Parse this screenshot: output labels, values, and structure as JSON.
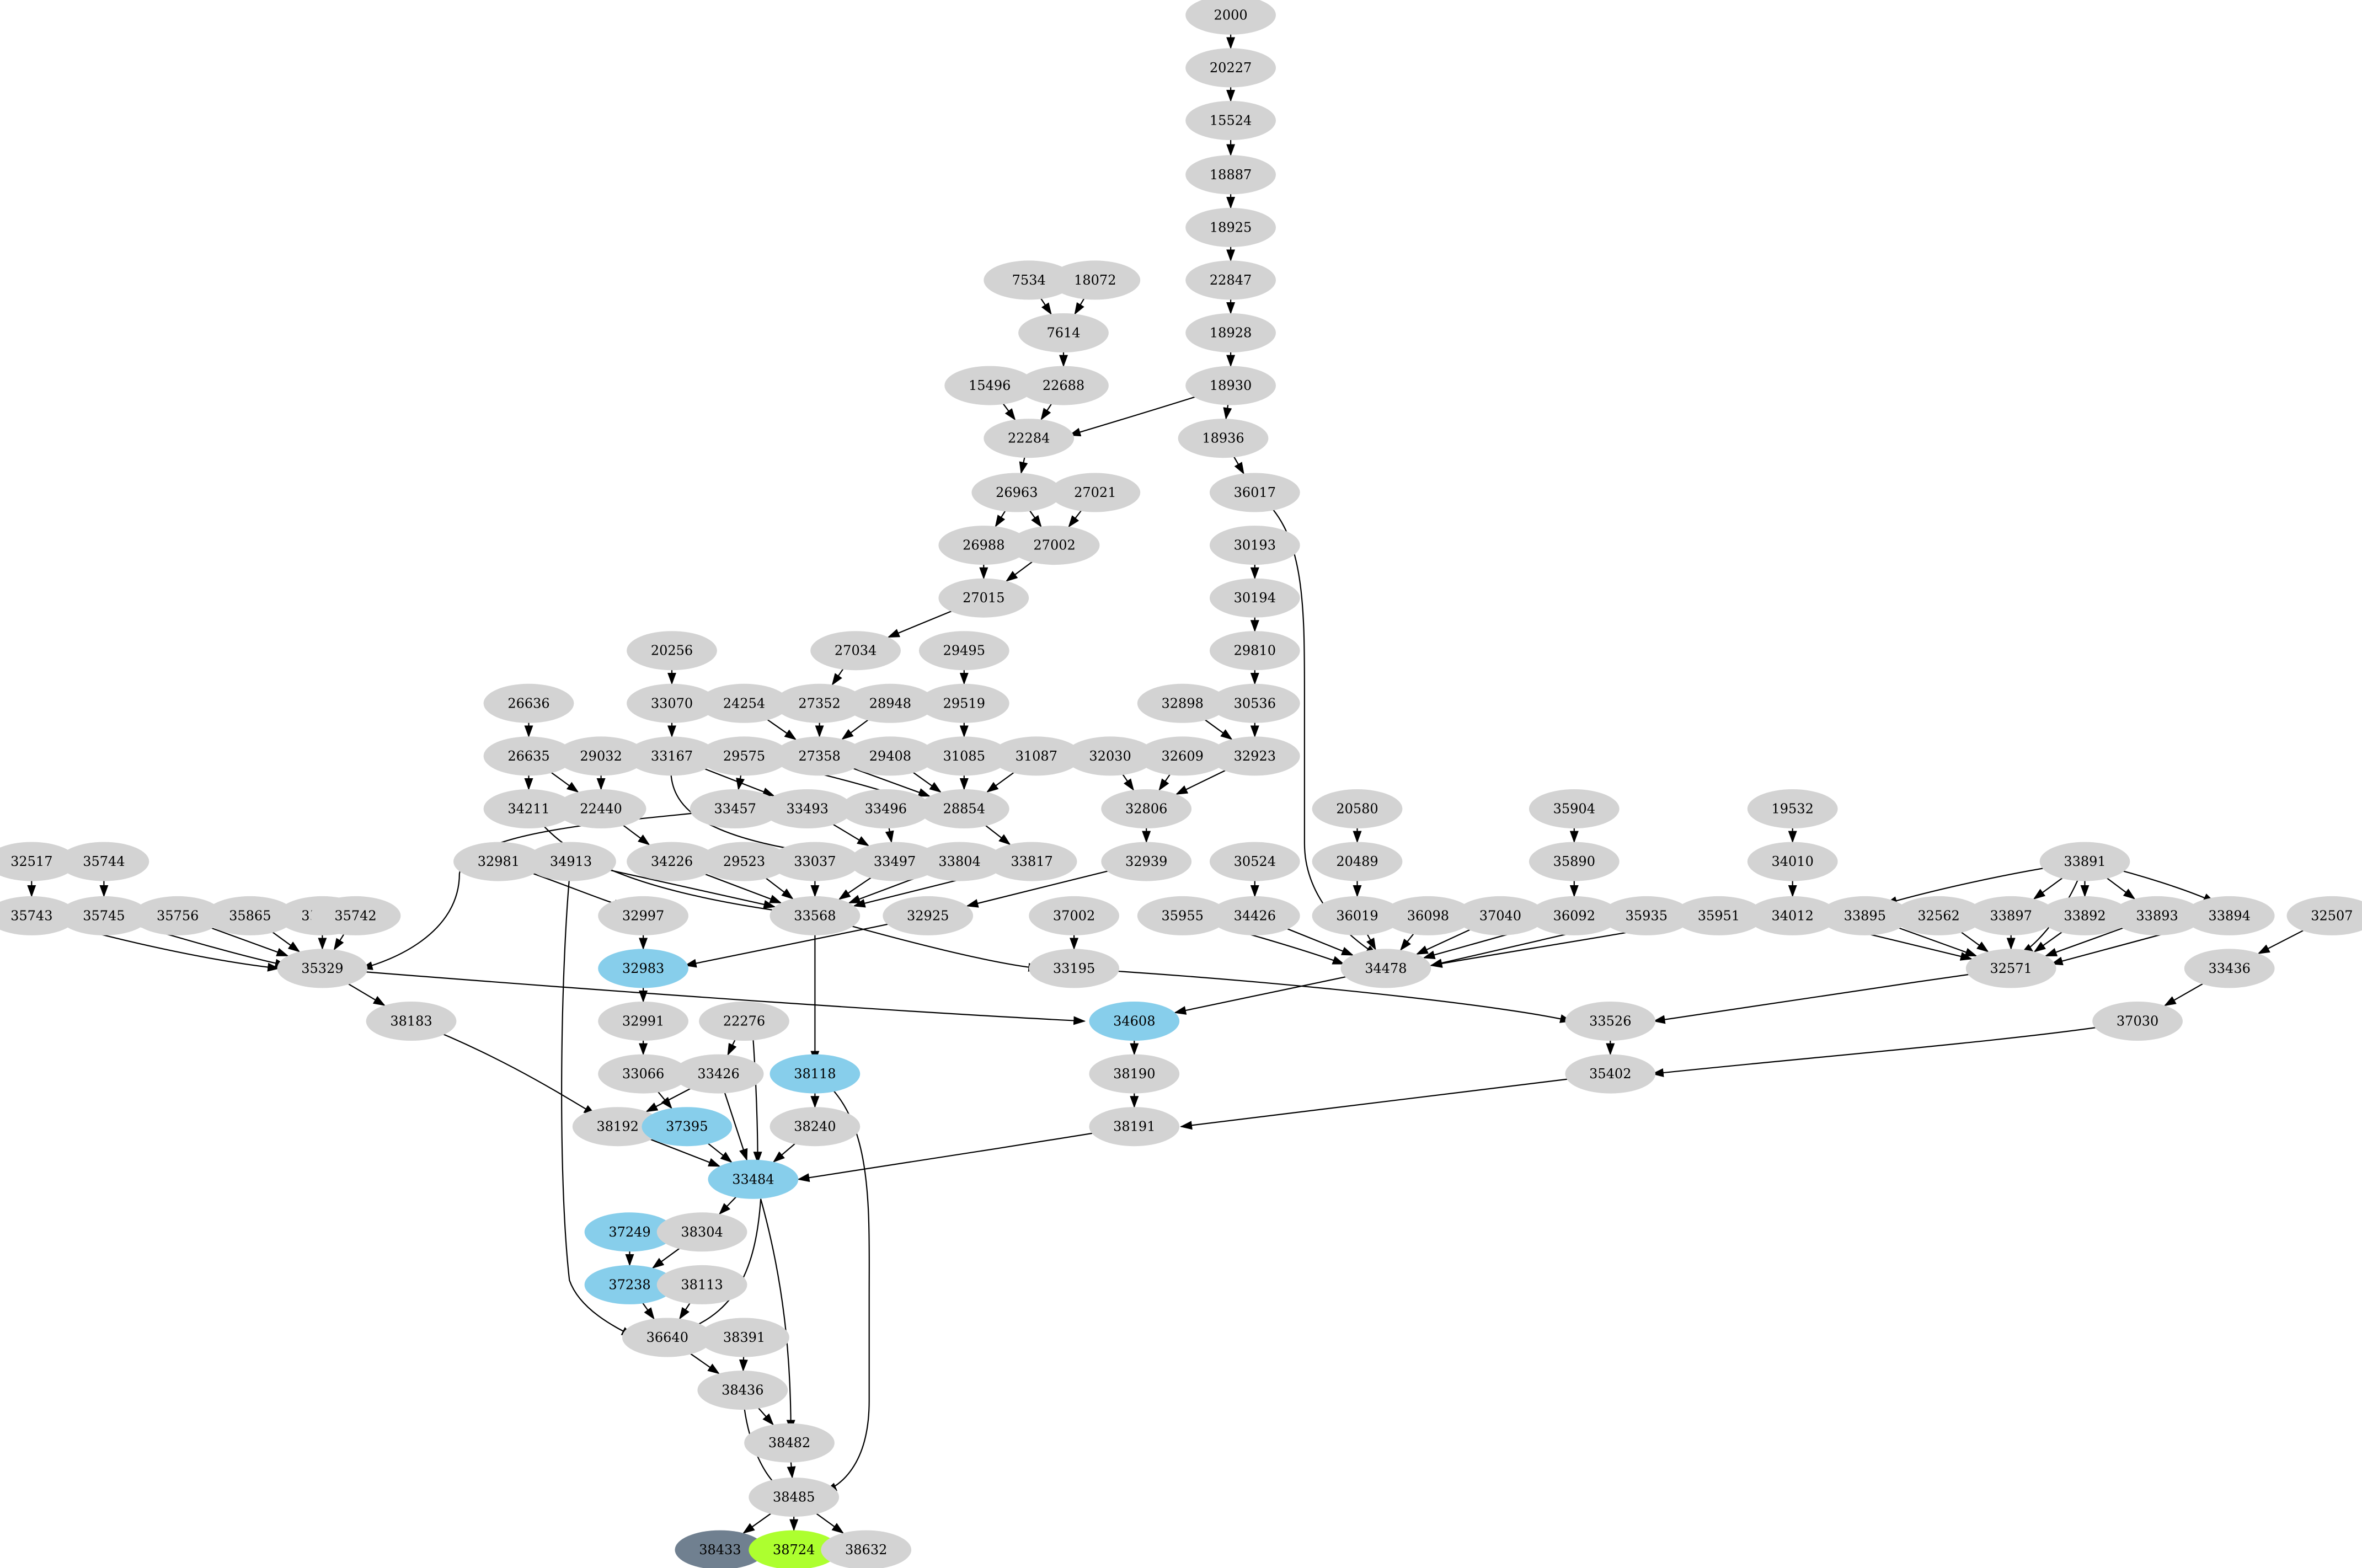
{
  "colors": {
    "default": "#d3d3d3",
    "highlight": "#87ceeb",
    "dark": "#708090",
    "green": "#adff2f",
    "edge": "#000000"
  },
  "nodes": [
    {
      "id": "2000",
      "label": "2000",
      "color": "default"
    },
    {
      "id": "20227",
      "label": "20227",
      "color": "default"
    },
    {
      "id": "15524",
      "label": "15524",
      "color": "default"
    },
    {
      "id": "18887",
      "label": "18887",
      "color": "default"
    },
    {
      "id": "18925",
      "label": "18925",
      "color": "default"
    },
    {
      "id": "22847",
      "label": "22847",
      "color": "default"
    },
    {
      "id": "7534",
      "label": "7534",
      "color": "default"
    },
    {
      "id": "18072",
      "label": "18072",
      "color": "default"
    },
    {
      "id": "18928",
      "label": "18928",
      "color": "default"
    },
    {
      "id": "7614",
      "label": "7614",
      "color": "default"
    },
    {
      "id": "15496",
      "label": "15496",
      "color": "default"
    },
    {
      "id": "22688",
      "label": "22688",
      "color": "default"
    },
    {
      "id": "18930",
      "label": "18930",
      "color": "default"
    },
    {
      "id": "22284",
      "label": "22284",
      "color": "default"
    },
    {
      "id": "18936",
      "label": "18936",
      "color": "default"
    },
    {
      "id": "26963",
      "label": "26963",
      "color": "default"
    },
    {
      "id": "27021",
      "label": "27021",
      "color": "default"
    },
    {
      "id": "36017",
      "label": "36017",
      "color": "default"
    },
    {
      "id": "26988",
      "label": "26988",
      "color": "default"
    },
    {
      "id": "27002",
      "label": "27002",
      "color": "default"
    },
    {
      "id": "30193",
      "label": "30193",
      "color": "default"
    },
    {
      "id": "27015",
      "label": "27015",
      "color": "default"
    },
    {
      "id": "30194",
      "label": "30194",
      "color": "default"
    },
    {
      "id": "20256",
      "label": "20256",
      "color": "default"
    },
    {
      "id": "27034",
      "label": "27034",
      "color": "default"
    },
    {
      "id": "29495",
      "label": "29495",
      "color": "default"
    },
    {
      "id": "29810",
      "label": "29810",
      "color": "default"
    },
    {
      "id": "26636",
      "label": "26636",
      "color": "default"
    },
    {
      "id": "33070",
      "label": "33070",
      "color": "default"
    },
    {
      "id": "24254",
      "label": "24254",
      "color": "default"
    },
    {
      "id": "27352",
      "label": "27352",
      "color": "default"
    },
    {
      "id": "28948",
      "label": "28948",
      "color": "default"
    },
    {
      "id": "29519",
      "label": "29519",
      "color": "default"
    },
    {
      "id": "32898",
      "label": "32898",
      "color": "default"
    },
    {
      "id": "30536",
      "label": "30536",
      "color": "default"
    },
    {
      "id": "26635",
      "label": "26635",
      "color": "default"
    },
    {
      "id": "29032",
      "label": "29032",
      "color": "default"
    },
    {
      "id": "33167",
      "label": "33167",
      "color": "default"
    },
    {
      "id": "29575",
      "label": "29575",
      "color": "default"
    },
    {
      "id": "27358",
      "label": "27358",
      "color": "default"
    },
    {
      "id": "29408",
      "label": "29408",
      "color": "default"
    },
    {
      "id": "31085",
      "label": "31085",
      "color": "default"
    },
    {
      "id": "31087",
      "label": "31087",
      "color": "default"
    },
    {
      "id": "32030",
      "label": "32030",
      "color": "default"
    },
    {
      "id": "32609",
      "label": "32609",
      "color": "default"
    },
    {
      "id": "32923",
      "label": "32923",
      "color": "default"
    },
    {
      "id": "34211",
      "label": "34211",
      "color": "default"
    },
    {
      "id": "22440",
      "label": "22440",
      "color": "default"
    },
    {
      "id": "33457",
      "label": "33457",
      "color": "default"
    },
    {
      "id": "33493",
      "label": "33493",
      "color": "default"
    },
    {
      "id": "33496",
      "label": "33496",
      "color": "default"
    },
    {
      "id": "28854",
      "label": "28854",
      "color": "default"
    },
    {
      "id": "32806",
      "label": "32806",
      "color": "default"
    },
    {
      "id": "20580",
      "label": "20580",
      "color": "default"
    },
    {
      "id": "35904",
      "label": "35904",
      "color": "default"
    },
    {
      "id": "19532",
      "label": "19532",
      "color": "default"
    },
    {
      "id": "32517",
      "label": "32517",
      "color": "default"
    },
    {
      "id": "35744",
      "label": "35744",
      "color": "default"
    },
    {
      "id": "32981",
      "label": "32981",
      "color": "default"
    },
    {
      "id": "34913",
      "label": "34913",
      "color": "default"
    },
    {
      "id": "34226",
      "label": "34226",
      "color": "default"
    },
    {
      "id": "29523",
      "label": "29523",
      "color": "default"
    },
    {
      "id": "33037",
      "label": "33037",
      "color": "default"
    },
    {
      "id": "33497",
      "label": "33497",
      "color": "default"
    },
    {
      "id": "33804",
      "label": "33804",
      "color": "default"
    },
    {
      "id": "33817",
      "label": "33817",
      "color": "default"
    },
    {
      "id": "32939",
      "label": "32939",
      "color": "default"
    },
    {
      "id": "30524",
      "label": "30524",
      "color": "default"
    },
    {
      "id": "20489",
      "label": "20489",
      "color": "default"
    },
    {
      "id": "35890",
      "label": "35890",
      "color": "default"
    },
    {
      "id": "34010",
      "label": "34010",
      "color": "default"
    },
    {
      "id": "33891",
      "label": "33891",
      "color": "default"
    },
    {
      "id": "35743",
      "label": "35743",
      "color": "default"
    },
    {
      "id": "35745",
      "label": "35745",
      "color": "default"
    },
    {
      "id": "35756",
      "label": "35756",
      "color": "default"
    },
    {
      "id": "35865",
      "label": "35865",
      "color": "default"
    },
    {
      "id": "35701",
      "label": "35701",
      "color": "default"
    },
    {
      "id": "35742",
      "label": "35742",
      "color": "default"
    },
    {
      "id": "32997",
      "label": "32997",
      "color": "default"
    },
    {
      "id": "33568",
      "label": "33568",
      "color": "default"
    },
    {
      "id": "32925",
      "label": "32925",
      "color": "default"
    },
    {
      "id": "37002",
      "label": "37002",
      "color": "default"
    },
    {
      "id": "35955",
      "label": "35955",
      "color": "default"
    },
    {
      "id": "34426",
      "label": "34426",
      "color": "default"
    },
    {
      "id": "36019",
      "label": "36019",
      "color": "default"
    },
    {
      "id": "36098",
      "label": "36098",
      "color": "default"
    },
    {
      "id": "37040",
      "label": "37040",
      "color": "default"
    },
    {
      "id": "36092",
      "label": "36092",
      "color": "default"
    },
    {
      "id": "35935",
      "label": "35935",
      "color": "default"
    },
    {
      "id": "35951",
      "label": "35951",
      "color": "default"
    },
    {
      "id": "34012",
      "label": "34012",
      "color": "default"
    },
    {
      "id": "33895",
      "label": "33895",
      "color": "default"
    },
    {
      "id": "32562",
      "label": "32562",
      "color": "default"
    },
    {
      "id": "33897",
      "label": "33897",
      "color": "default"
    },
    {
      "id": "33892",
      "label": "33892",
      "color": "default"
    },
    {
      "id": "33893",
      "label": "33893",
      "color": "default"
    },
    {
      "id": "33894",
      "label": "33894",
      "color": "default"
    },
    {
      "id": "32507",
      "label": "32507",
      "color": "default"
    },
    {
      "id": "35329",
      "label": "35329",
      "color": "default"
    },
    {
      "id": "32983",
      "label": "32983",
      "color": "highlight"
    },
    {
      "id": "33195",
      "label": "33195",
      "color": "default"
    },
    {
      "id": "34478",
      "label": "34478",
      "color": "default"
    },
    {
      "id": "32571",
      "label": "32571",
      "color": "default"
    },
    {
      "id": "33436",
      "label": "33436",
      "color": "default"
    },
    {
      "id": "38183",
      "label": "38183",
      "color": "default"
    },
    {
      "id": "32991",
      "label": "32991",
      "color": "default"
    },
    {
      "id": "22276",
      "label": "22276",
      "color": "default"
    },
    {
      "id": "34608",
      "label": "34608",
      "color": "highlight"
    },
    {
      "id": "33526",
      "label": "33526",
      "color": "default"
    },
    {
      "id": "37030",
      "label": "37030",
      "color": "default"
    },
    {
      "id": "33066",
      "label": "33066",
      "color": "default"
    },
    {
      "id": "33426",
      "label": "33426",
      "color": "default"
    },
    {
      "id": "38118",
      "label": "38118",
      "color": "highlight"
    },
    {
      "id": "38190",
      "label": "38190",
      "color": "default"
    },
    {
      "id": "35402",
      "label": "35402",
      "color": "default"
    },
    {
      "id": "38192",
      "label": "38192",
      "color": "default"
    },
    {
      "id": "37395",
      "label": "37395",
      "color": "highlight"
    },
    {
      "id": "38240",
      "label": "38240",
      "color": "default"
    },
    {
      "id": "38191",
      "label": "38191",
      "color": "default"
    },
    {
      "id": "33484",
      "label": "33484",
      "color": "highlight"
    },
    {
      "id": "37249",
      "label": "37249",
      "color": "highlight"
    },
    {
      "id": "38304",
      "label": "38304",
      "color": "default"
    },
    {
      "id": "37238",
      "label": "37238",
      "color": "highlight"
    },
    {
      "id": "38113",
      "label": "38113",
      "color": "default"
    },
    {
      "id": "38391",
      "label": "38391",
      "color": "default"
    },
    {
      "id": "36640",
      "label": "36640",
      "color": "default"
    },
    {
      "id": "38436",
      "label": "38436",
      "color": "default"
    },
    {
      "id": "38482",
      "label": "38482",
      "color": "default"
    },
    {
      "id": "38485",
      "label": "38485",
      "color": "default"
    },
    {
      "id": "38433",
      "label": "38433",
      "color": "dark"
    },
    {
      "id": "38724",
      "label": "38724",
      "color": "green"
    },
    {
      "id": "38632",
      "label": "38632",
      "color": "default"
    }
  ],
  "edges": [
    [
      "2000",
      "20227"
    ],
    [
      "20227",
      "15524"
    ],
    [
      "15524",
      "18887"
    ],
    [
      "18887",
      "18925"
    ],
    [
      "18925",
      "22847"
    ],
    [
      "22847",
      "18928"
    ],
    [
      "18928",
      "18930"
    ],
    [
      "7534",
      "7614"
    ],
    [
      "18072",
      "7614"
    ],
    [
      "7614",
      "22688"
    ],
    [
      "15496",
      "22284"
    ],
    [
      "22688",
      "22284"
    ],
    [
      "18930",
      "22284"
    ],
    [
      "18930",
      "18936"
    ],
    [
      "18936",
      "36017"
    ],
    [
      "22284",
      "26963"
    ],
    [
      "26963",
      "26988"
    ],
    [
      "26963",
      "27002"
    ],
    [
      "27021",
      "27002"
    ],
    [
      "26988",
      "27015"
    ],
    [
      "27002",
      "27015"
    ],
    [
      "27015",
      "27034"
    ],
    [
      "27034",
      "27352"
    ],
    [
      "24254",
      "27358"
    ],
    [
      "27352",
      "27358"
    ],
    [
      "28948",
      "27358"
    ],
    [
      "27358",
      "28854"
    ],
    [
      "29495",
      "29519"
    ],
    [
      "29519",
      "31085"
    ],
    [
      "31085",
      "28854"
    ],
    [
      "29408",
      "28854"
    ],
    [
      "31087",
      "28854"
    ],
    [
      "29575",
      "28854"
    ],
    [
      "29575",
      "33457"
    ],
    [
      "20256",
      "33070"
    ],
    [
      "33070",
      "33167"
    ],
    [
      "33167",
      "33493"
    ],
    [
      "33167",
      "33497"
    ],
    [
      "33493",
      "33497"
    ],
    [
      "33496",
      "33497"
    ],
    [
      "26636",
      "26635"
    ],
    [
      "26635",
      "34211"
    ],
    [
      "26635",
      "22440"
    ],
    [
      "29032",
      "22440"
    ],
    [
      "22440",
      "34226"
    ],
    [
      "34211",
      "33568"
    ],
    [
      "34226",
      "33568"
    ],
    [
      "34913",
      "33568"
    ],
    [
      "29523",
      "33568"
    ],
    [
      "33037",
      "33568"
    ],
    [
      "33497",
      "33568"
    ],
    [
      "33804",
      "33568"
    ],
    [
      "28854",
      "33817"
    ],
    [
      "33817",
      "33568"
    ],
    [
      "30193",
      "30194"
    ],
    [
      "30194",
      "29810"
    ],
    [
      "29810",
      "30536"
    ],
    [
      "30536",
      "32923"
    ],
    [
      "32898",
      "32923"
    ],
    [
      "32923",
      "32806"
    ],
    [
      "32030",
      "32806"
    ],
    [
      "32609",
      "32806"
    ],
    [
      "32806",
      "32939"
    ],
    [
      "32939",
      "32925"
    ],
    [
      "32925",
      "32983"
    ],
    [
      "32981",
      "32997"
    ],
    [
      "32997",
      "32983"
    ],
    [
      "33457",
      "35329"
    ],
    [
      "32517",
      "35743"
    ],
    [
      "35744",
      "35745"
    ],
    [
      "35743",
      "35329"
    ],
    [
      "35745",
      "35329"
    ],
    [
      "35756",
      "35329"
    ],
    [
      "35865",
      "35329"
    ],
    [
      "35701",
      "35329"
    ],
    [
      "35742",
      "35329"
    ],
    [
      "35329",
      "38183"
    ],
    [
      "35329",
      "34608"
    ],
    [
      "33568",
      "33195"
    ],
    [
      "37002",
      "33195"
    ],
    [
      "33195",
      "33526"
    ],
    [
      "33568",
      "38118"
    ],
    [
      "36017",
      "34478"
    ],
    [
      "35955",
      "34478"
    ],
    [
      "30524",
      "34426"
    ],
    [
      "34426",
      "34478"
    ],
    [
      "20580",
      "20489"
    ],
    [
      "20489",
      "36019"
    ],
    [
      "36019",
      "34478"
    ],
    [
      "36098",
      "34478"
    ],
    [
      "37040",
      "34478"
    ],
    [
      "35904",
      "35890"
    ],
    [
      "35890",
      "36092"
    ],
    [
      "36092",
      "34478"
    ],
    [
      "35935",
      "34478"
    ],
    [
      "35951",
      "34478"
    ],
    [
      "34478",
      "34608"
    ],
    [
      "19532",
      "34010"
    ],
    [
      "34010",
      "34012"
    ],
    [
      "34012",
      "32571"
    ],
    [
      "33891",
      "33895"
    ],
    [
      "33891",
      "33897"
    ],
    [
      "33891",
      "33892"
    ],
    [
      "33891",
      "33893"
    ],
    [
      "33891",
      "33894"
    ],
    [
      "33891",
      "32571"
    ],
    [
      "33895",
      "32571"
    ],
    [
      "32562",
      "32571"
    ],
    [
      "33897",
      "32571"
    ],
    [
      "33892",
      "32571"
    ],
    [
      "33893",
      "32571"
    ],
    [
      "33894",
      "32571"
    ],
    [
      "32571",
      "33526"
    ],
    [
      "32507",
      "33436"
    ],
    [
      "33436",
      "37030"
    ],
    [
      "37030",
      "35402"
    ],
    [
      "33526",
      "35402"
    ],
    [
      "35402",
      "38191"
    ],
    [
      "34608",
      "38190"
    ],
    [
      "38190",
      "38191"
    ],
    [
      "32983",
      "32991"
    ],
    [
      "32991",
      "33066"
    ],
    [
      "33066",
      "37395"
    ],
    [
      "22276",
      "33426"
    ],
    [
      "22276",
      "33484"
    ],
    [
      "33426",
      "38192"
    ],
    [
      "33426",
      "33484"
    ],
    [
      "38183",
      "38192"
    ],
    [
      "38192",
      "33484"
    ],
    [
      "37395",
      "33484"
    ],
    [
      "38118",
      "38240"
    ],
    [
      "38240",
      "33484"
    ],
    [
      "38191",
      "33484"
    ],
    [
      "33484",
      "38304"
    ],
    [
      "33484",
      "36640"
    ],
    [
      "33484",
      "38482"
    ],
    [
      "38118",
      "38485"
    ],
    [
      "37249",
      "37238"
    ],
    [
      "38304",
      "37238"
    ],
    [
      "37238",
      "36640"
    ],
    [
      "38113",
      "36640"
    ],
    [
      "34913",
      "36640"
    ],
    [
      "36640",
      "38436"
    ],
    [
      "38391",
      "38436"
    ],
    [
      "38436",
      "38482"
    ],
    [
      "38436",
      "38485"
    ],
    [
      "38482",
      "38485"
    ],
    [
      "38485",
      "38433"
    ],
    [
      "38485",
      "38724"
    ],
    [
      "38485",
      "38632"
    ]
  ]
}
